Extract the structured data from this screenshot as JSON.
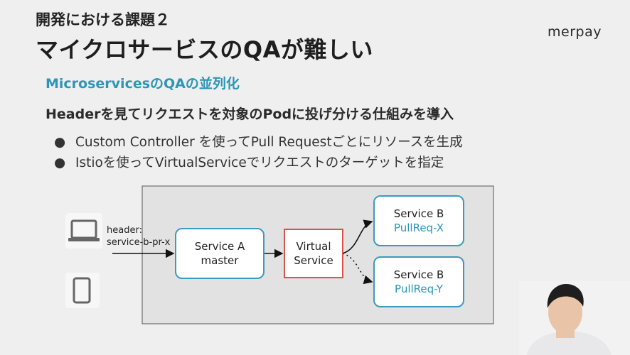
{
  "slide": {
    "title_small": "開発における課題２",
    "title_big": "マイクロサービスのQAが難しい",
    "logo": "merpay",
    "section_heading": "MicroservicesのQAの並列化",
    "lead": "Headerを見てリクエストを対象のPodに投げ分ける仕組みを導入",
    "bullets": [
      "Custom Controller を使ってPull Requestごとにリソースを生成",
      "Istioを使ってVirtualServiceでリクエストのターゲットを指定"
    ]
  },
  "diagram": {
    "header_label_line1": "header:",
    "header_label_line2": "service-b-pr-x",
    "service_a": {
      "line1": "Service A",
      "line2": "master"
    },
    "virtual_service": {
      "line1": "Virtual",
      "line2": "Service"
    },
    "service_b_x": {
      "line1": "Service B",
      "line2": "PullReq-X"
    },
    "service_b_y": {
      "line1": "Service B",
      "line2": "PullReq-Y"
    },
    "icons": [
      "laptop-icon",
      "phone-icon"
    ]
  },
  "colors": {
    "accent": "#2e95b6",
    "virtual_border": "#d9534f",
    "panel_bg": "#e2e2e2"
  }
}
